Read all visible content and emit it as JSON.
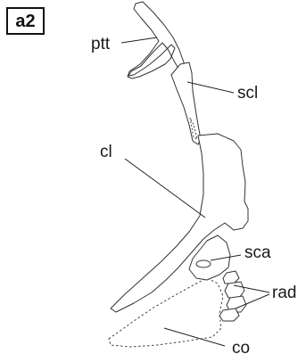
{
  "panel_label": "a2",
  "labels": {
    "ptt": "ptt",
    "scl": "scl",
    "cl": "cl",
    "sca": "sca",
    "rad": "rad",
    "co": "co"
  }
}
